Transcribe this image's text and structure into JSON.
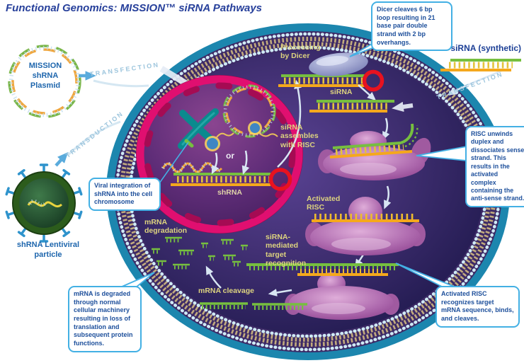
{
  "title": {
    "prefix": "Functional Genomics:",
    "product": " MISSION™ siRNA Pathways"
  },
  "sources": {
    "plasmid_label": "MISSION\nshRNA\nPlasmid",
    "lentiviral_label": "shRNA Lentiviral\nparticle",
    "sirna_synthetic_label": "siRNA (synthetic)",
    "transfection_left": "TRANSFECTION",
    "transfection_right": "TRANSFECTION",
    "transduction": "TRANSDUCTION"
  },
  "cell_labels": {
    "processing_by_dicer": "Processing\nby Dicer",
    "sirna": "siRNA",
    "sirna_assembles": "siRNA\nassembles\nwith RISC",
    "activated_risc": "Activated\nRISC",
    "target_recognition": "siRNA-\nmediated\ntarget\nrecognition",
    "mrna_degradation": "mRNA\ndegradation",
    "mrna_cleavage": "mRNA cleavage",
    "shrna": "shRNA",
    "or": "or"
  },
  "callouts": {
    "dicer": "Dicer cleaves 6 bp loop resulting in 21 base pair double strand with 2 bp overhangs.",
    "risc_unwinds": "RISC unwinds duplex and dissociates sense strand. This results in the activated complex containing the anti-sense strand.",
    "activated_risc": "Activated RISC recognizes target mRNA sequence, binds, and cleaves.",
    "mrna_degraded": "mRNA is degraded through normal cellular machinery resulting in loss of translation and subsequent protein functions.",
    "viral_integration": "Viral integration of shRNA into the cell chromosome"
  },
  "colors": {
    "title_blue": "#27409b",
    "label_yellow": "#ddd37f",
    "callout_border": "#43b0e4",
    "callout_text": "#1d4f9b",
    "membrane_teal": "#1c86ae",
    "nucleus_pink": "#e00f70",
    "strand_green": "#76bf3f",
    "strand_orange": "#f5a81c",
    "rung_yellow": "#e3c43c",
    "risc_pink": "#b06cb0",
    "dicer_lavender": "#8a90c8",
    "loop_red": "#e8121f",
    "route_blue": "#9cc5dd",
    "virus_green": "#2c5c1c"
  }
}
